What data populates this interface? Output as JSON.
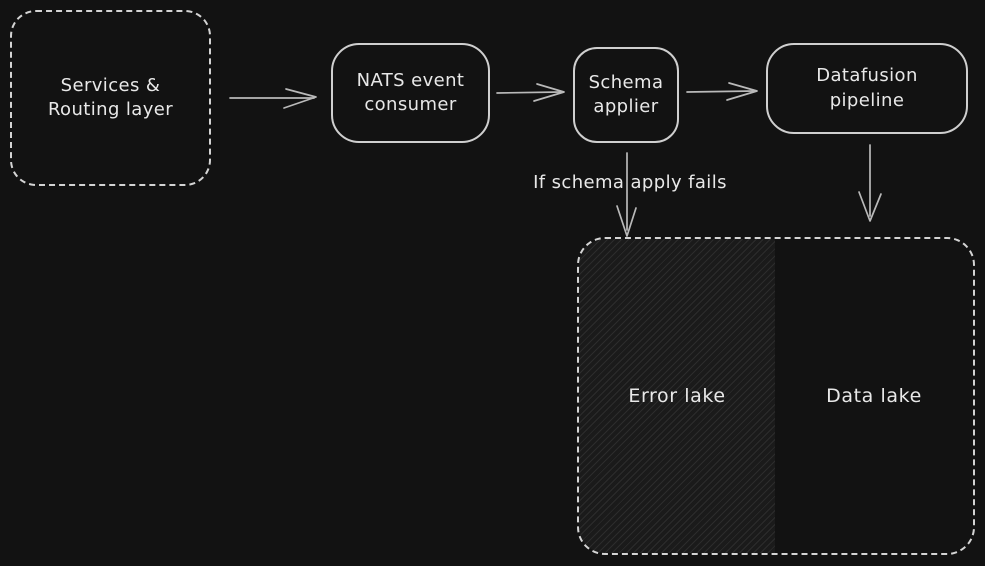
{
  "theme": {
    "background": "#121212",
    "node_stroke": "#cfcfcf",
    "container_stroke": "#d4d4d4",
    "text": "#e8e8e8",
    "arrow": "#b9b9b9"
  },
  "diagram": {
    "nodes": {
      "services_routing": {
        "label": "Services & Routing layer",
        "border": "dashed"
      },
      "nats_consumer": {
        "label": "NATS event consumer",
        "border": "solid"
      },
      "schema_applier": {
        "label": "Schema applier",
        "border": "solid"
      },
      "datafusion": {
        "label": "Datafusion pipeline",
        "border": "solid"
      },
      "error_lake": {
        "label": "Error lake",
        "fill": "hatched"
      },
      "data_lake": {
        "label": "Data lake",
        "fill": "none"
      }
    },
    "edges": {
      "services_to_nats": {
        "label": ""
      },
      "nats_to_schema": {
        "label": ""
      },
      "schema_to_datafusion": {
        "label": ""
      },
      "schema_to_error_lake": {
        "label": "If schema apply fails"
      },
      "datafusion_to_data_lake": {
        "label": ""
      }
    }
  }
}
